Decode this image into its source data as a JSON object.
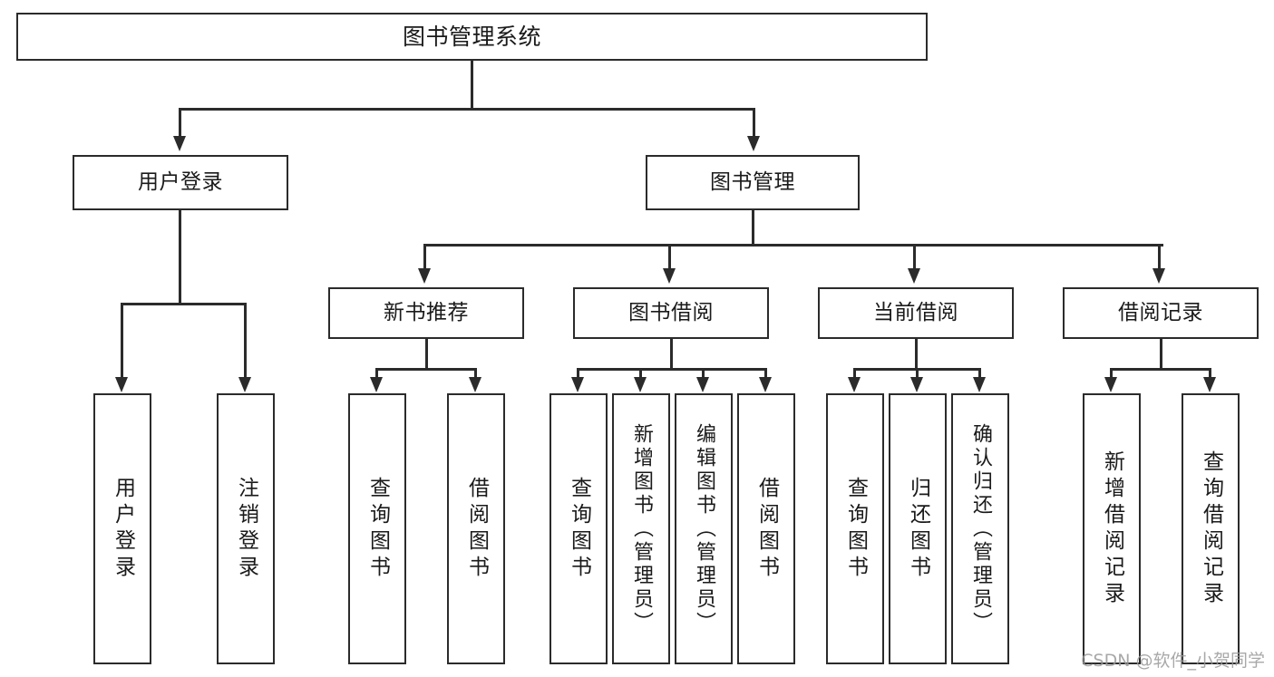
{
  "diagram": {
    "type": "tree",
    "title": "图书管理系统",
    "root": {
      "label": "图书管理系统"
    },
    "level1": [
      {
        "label": "用户登录"
      },
      {
        "label": "图书管理"
      }
    ],
    "level2": [
      {
        "label": "新书推荐"
      },
      {
        "label": "图书借阅"
      },
      {
        "label": "当前借阅"
      },
      {
        "label": "借阅记录"
      }
    ],
    "leaves": {
      "user_login": [
        {
          "label": "用户登录"
        },
        {
          "label": "注销登录"
        }
      ],
      "new_book": [
        {
          "label": "查询图书"
        },
        {
          "label": "借阅图书"
        }
      ],
      "book_borrow": [
        {
          "label": "查询图书"
        },
        {
          "label": "新增图书（管理员）"
        },
        {
          "label": "编辑图书（管理员）"
        },
        {
          "label": "借阅图书"
        }
      ],
      "current_borrow": [
        {
          "label": "查询图书"
        },
        {
          "label": "归还图书"
        },
        {
          "label": "确认归还（管理员）"
        }
      ],
      "borrow_record": [
        {
          "label": "新增借阅记录"
        },
        {
          "label": "查询借阅记录"
        }
      ]
    }
  },
  "watermark": {
    "text": "CSDN @软件_小贺同学"
  },
  "colors": {
    "stroke": "#2b2b2b",
    "fill": "#ffffff",
    "text": "#1a1a1a",
    "watermark": "#9a9a9a"
  }
}
